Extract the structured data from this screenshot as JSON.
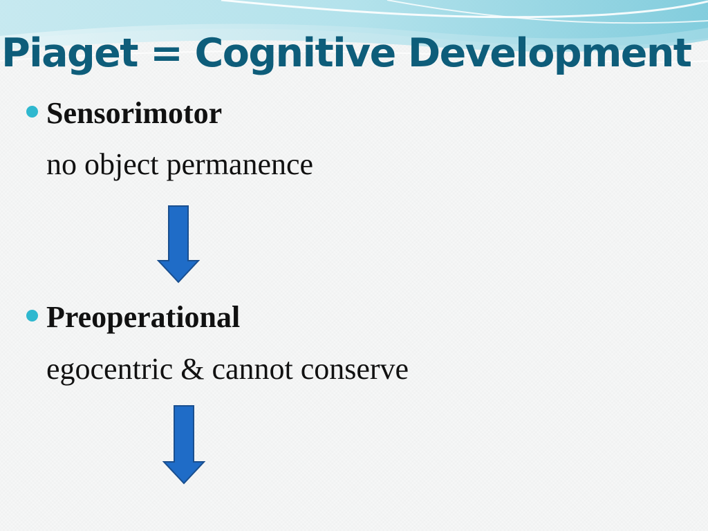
{
  "slide": {
    "title": "Piaget = Cognitive Development",
    "stages": [
      {
        "label": "Sensorimotor",
        "description": "no object permanence"
      },
      {
        "label": "Preoperational",
        "description": "egocentric & cannot conserve"
      }
    ]
  },
  "colors": {
    "title": "#0e5d7a",
    "bullet": "#2fb8cf",
    "arrow_fill": "#1f6cc7",
    "arrow_stroke": "#1a4f8f"
  },
  "icons": [
    "bullet-dot-icon",
    "down-arrow-icon"
  ]
}
